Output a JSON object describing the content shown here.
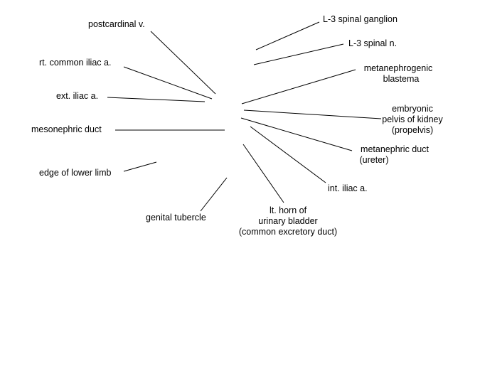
{
  "labels": [
    {
      "id": "postcardinal-v",
      "lines": [
        "postcardinal v."
      ]
    },
    {
      "id": "rt-common-iliac-a",
      "lines": [
        "rt. common iliac a."
      ]
    },
    {
      "id": "ext-iliac-a",
      "lines": [
        "ext. iliac a."
      ]
    },
    {
      "id": "mesonephric-duct",
      "lines": [
        "mesonephric duct"
      ]
    },
    {
      "id": "edge-of-lower-limb",
      "lines": [
        "edge of lower limb"
      ]
    },
    {
      "id": "genital-tubercle",
      "lines": [
        "genital tubercle"
      ]
    },
    {
      "id": "lt-horn-of-urinary-bladder",
      "lines": [
        "lt. horn of",
        "urinary bladder",
        "(common excretory duct)"
      ]
    },
    {
      "id": "int-iliac-a",
      "lines": [
        "int. iliac a."
      ]
    },
    {
      "id": "metanephric-duct",
      "lines": [
        "metanephric duct",
        "(ureter)"
      ]
    },
    {
      "id": "embryonic-pelvis-of-kidney",
      "lines": [
        "embryonic",
        "pelvis of kidney",
        "(propelvis)"
      ]
    },
    {
      "id": "metanephrogenic-blastema",
      "lines": [
        "metanephrogenic",
        "blastema"
      ]
    },
    {
      "id": "l3-spinal-n",
      "lines": [
        "L-3 spinal n."
      ]
    },
    {
      "id": "l3-spinal-ganglion",
      "lines": [
        "L-3 spinal ganglion"
      ]
    }
  ]
}
